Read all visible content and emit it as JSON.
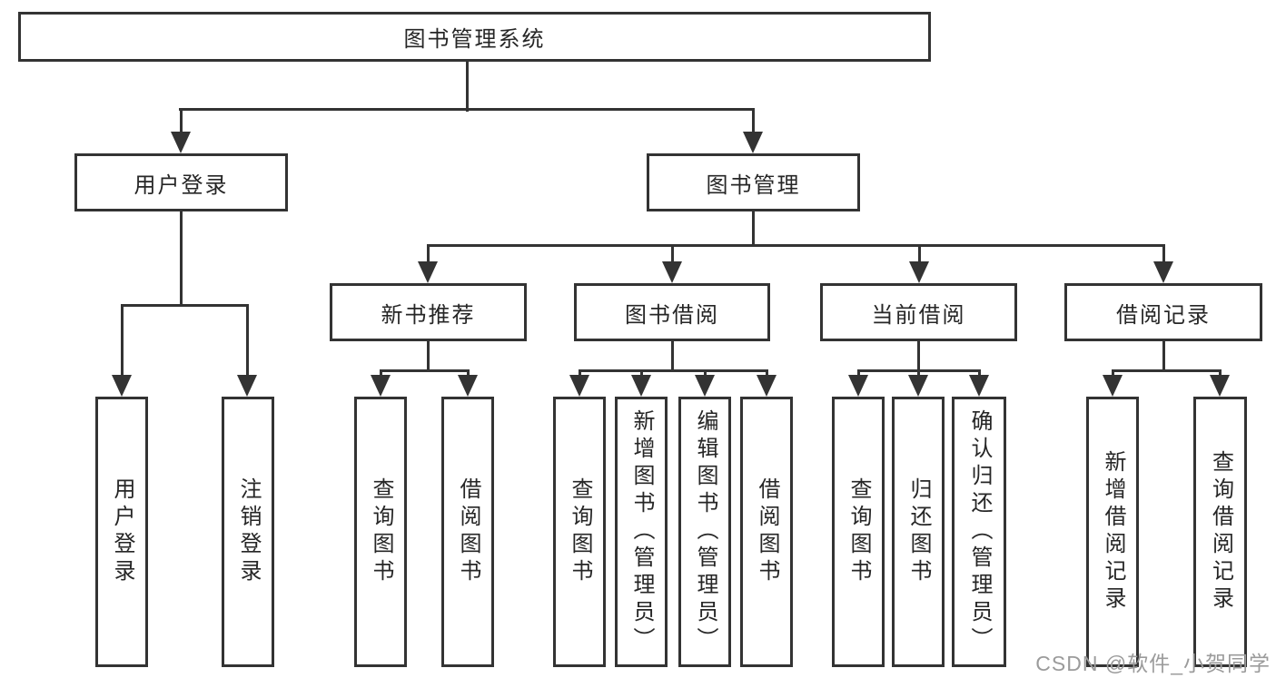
{
  "colors": {
    "line": "#333333",
    "text": "#262626",
    "background": "#ffffff",
    "watermark": "#9b9b9b"
  },
  "tree": {
    "label": "图书管理系统",
    "children": [
      {
        "label": "用户登录",
        "children": [
          {
            "label": "用户登录"
          },
          {
            "label": "注销登录"
          }
        ]
      },
      {
        "label": "图书管理",
        "children": [
          {
            "label": "新书推荐",
            "children": [
              {
                "label": "查询图书"
              },
              {
                "label": "借阅图书"
              }
            ]
          },
          {
            "label": "图书借阅",
            "children": [
              {
                "label": "查询图书"
              },
              {
                "label": "新增图书（管理员）"
              },
              {
                "label": "编辑图书（管理员）"
              },
              {
                "label": "借阅图书"
              }
            ]
          },
          {
            "label": "当前借阅",
            "children": [
              {
                "label": "查询图书"
              },
              {
                "label": "归还图书"
              },
              {
                "label": "确认归还（管理员）"
              }
            ]
          },
          {
            "label": "借阅记录",
            "children": [
              {
                "label": "新增借阅记录"
              },
              {
                "label": "查询借阅记录"
              }
            ]
          }
        ]
      }
    ]
  },
  "watermark": {
    "text": "CSDN @软件_小贺同学"
  }
}
